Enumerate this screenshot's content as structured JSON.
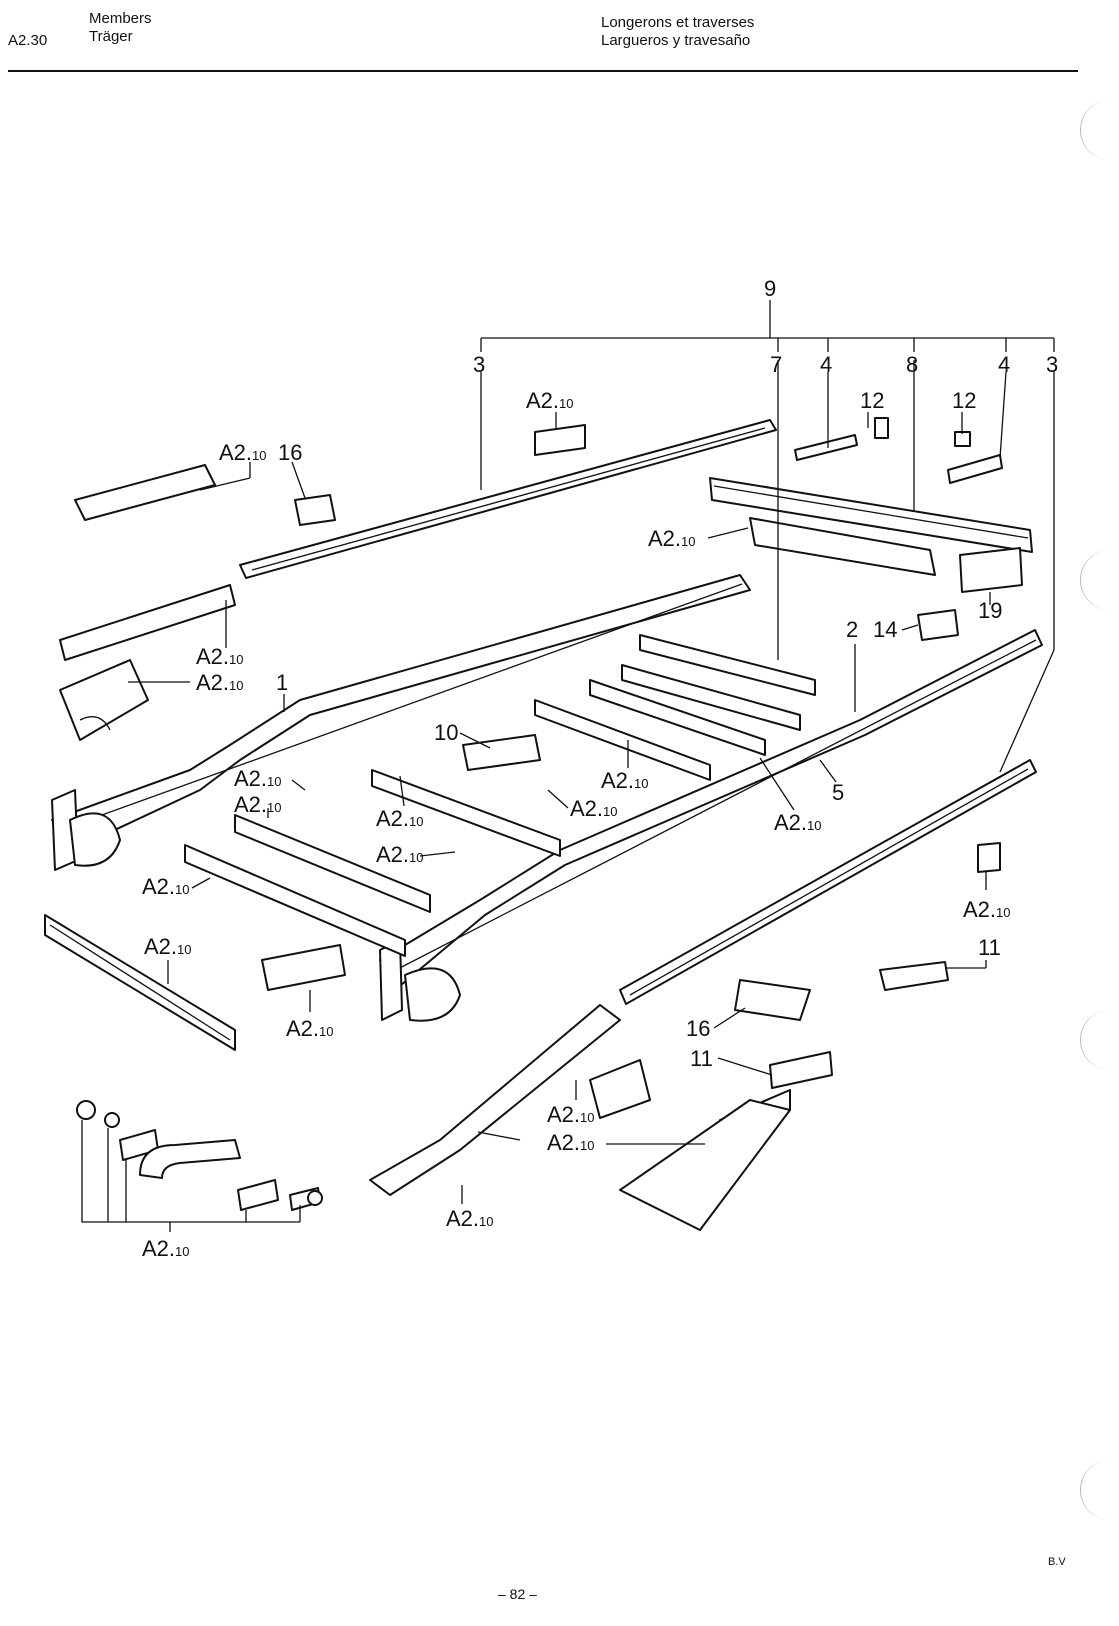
{
  "header": {
    "section_code": "A2.30",
    "title_en": "Members",
    "title_de": "Träger",
    "title_fr": "Longerons et traverses",
    "title_es": "Largueros y travesaño"
  },
  "callouts": {
    "c9": "9",
    "c3a": "3",
    "c7": "7",
    "c4a": "4",
    "c8": "8",
    "c4b": "4",
    "c3b": "3",
    "c12a": "12",
    "c12b": "12",
    "c16a": "16",
    "c19": "19",
    "c2": "2",
    "c14": "14",
    "c1": "1",
    "c10": "10",
    "c5": "5",
    "c11a": "11",
    "c16b": "16",
    "c11b": "11"
  },
  "ref_label": {
    "main": "A2.",
    "sub": "10"
  },
  "footer": {
    "page_number": "– 82 –",
    "note": "B.V"
  }
}
